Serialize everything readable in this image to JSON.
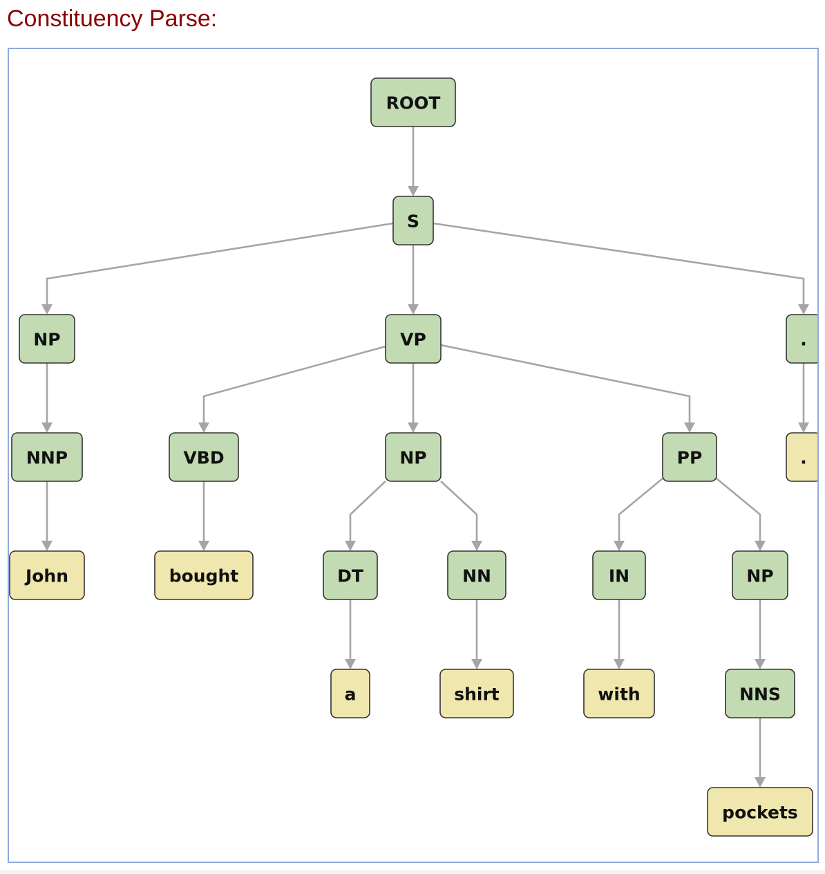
{
  "header": {
    "title": "Constituency Parse:"
  },
  "colors": {
    "phrase_fill": "#c2dbb2",
    "word_fill": "#efe7ad",
    "edge": "#a5a5a5",
    "title": "#8b0000",
    "frame_border": "#8fa9e0"
  },
  "tree": {
    "nodes": [
      {
        "id": "n0",
        "label": "ROOT",
        "kind": "phrase"
      },
      {
        "id": "n1",
        "label": "S",
        "kind": "phrase"
      },
      {
        "id": "n2",
        "label": "NP",
        "kind": "phrase"
      },
      {
        "id": "n3",
        "label": "VP",
        "kind": "phrase"
      },
      {
        "id": "n4",
        "label": ".",
        "kind": "phrase"
      },
      {
        "id": "n5",
        "label": "NNP",
        "kind": "phrase"
      },
      {
        "id": "n6",
        "label": "VBD",
        "kind": "phrase"
      },
      {
        "id": "n7",
        "label": "NP",
        "kind": "phrase"
      },
      {
        "id": "n8",
        "label": "PP",
        "kind": "phrase"
      },
      {
        "id": "n9",
        "label": ".",
        "kind": "word"
      },
      {
        "id": "n10",
        "label": "John",
        "kind": "word"
      },
      {
        "id": "n11",
        "label": "bought",
        "kind": "word"
      },
      {
        "id": "n12",
        "label": "DT",
        "kind": "phrase"
      },
      {
        "id": "n13",
        "label": "NN",
        "kind": "phrase"
      },
      {
        "id": "n14",
        "label": "IN",
        "kind": "phrase"
      },
      {
        "id": "n15",
        "label": "NP",
        "kind": "phrase"
      },
      {
        "id": "n16",
        "label": "a",
        "kind": "word"
      },
      {
        "id": "n17",
        "label": "shirt",
        "kind": "word"
      },
      {
        "id": "n18",
        "label": "with",
        "kind": "word"
      },
      {
        "id": "n19",
        "label": "NNS",
        "kind": "phrase"
      },
      {
        "id": "n20",
        "label": "pockets",
        "kind": "word"
      }
    ],
    "edges": [
      [
        "n0",
        "n1"
      ],
      [
        "n1",
        "n2"
      ],
      [
        "n1",
        "n3"
      ],
      [
        "n1",
        "n4"
      ],
      [
        "n2",
        "n5"
      ],
      [
        "n5",
        "n10"
      ],
      [
        "n3",
        "n6"
      ],
      [
        "n3",
        "n7"
      ],
      [
        "n3",
        "n8"
      ],
      [
        "n6",
        "n11"
      ],
      [
        "n7",
        "n12"
      ],
      [
        "n7",
        "n13"
      ],
      [
        "n12",
        "n16"
      ],
      [
        "n13",
        "n17"
      ],
      [
        "n8",
        "n14"
      ],
      [
        "n8",
        "n15"
      ],
      [
        "n14",
        "n18"
      ],
      [
        "n15",
        "n19"
      ],
      [
        "n19",
        "n20"
      ],
      [
        "n4",
        "n9"
      ]
    ]
  }
}
